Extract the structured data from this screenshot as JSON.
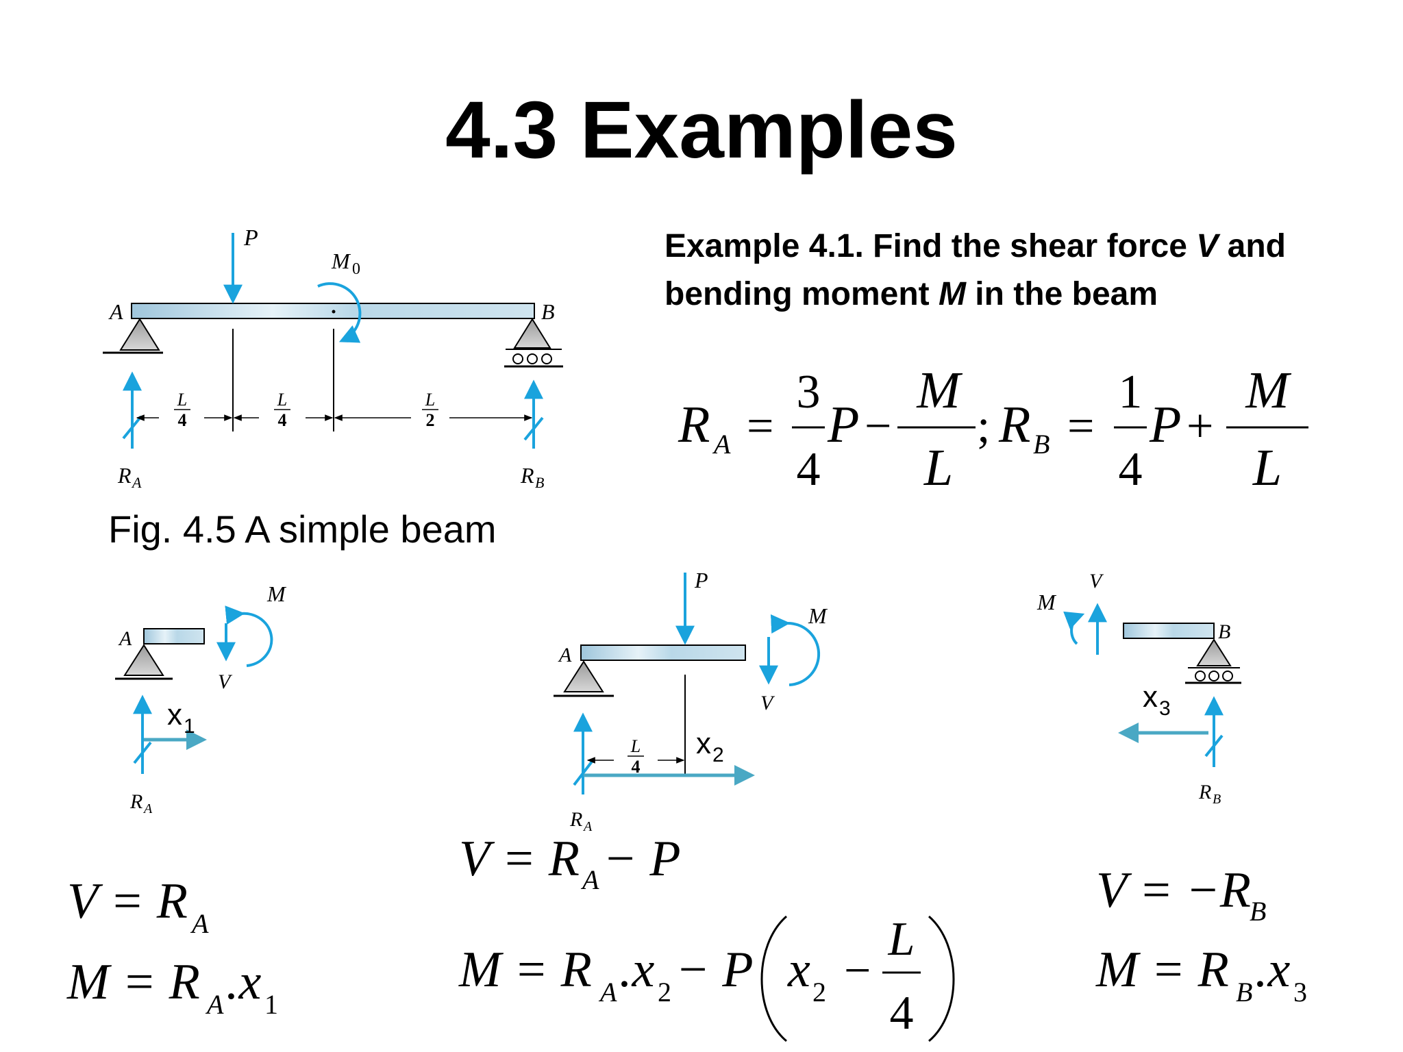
{
  "title": "4.3 Examples",
  "problem": {
    "p1": "Example 4.1. Find the shear force ",
    "V": "V",
    "p2": " and bending moment ",
    "M": "M",
    "p3": " in the beam"
  },
  "caption": "Fig. 4.5 A simple beam",
  "figure": {
    "load": "P",
    "moment": "M",
    "moment_sub": "0",
    "support_a": "A",
    "support_b": "B",
    "reaction_r": "R",
    "sub_a": "A",
    "sub_b": "B",
    "dim_num": "L",
    "dim_den_4": "4",
    "dim_den_2": "2"
  },
  "fbd": {
    "shear": "V",
    "moment": "M",
    "x1": "x",
    "x1_sub": "1",
    "x2": "x",
    "x2_sub": "2",
    "x3": "x",
    "x3_sub": "3"
  },
  "equations": {
    "reactions": {
      "R": "R",
      "A": "A",
      "B": "B",
      "eq": "=",
      "three": "3",
      "one": "1",
      "four": "4",
      "P": "P",
      "minus": "−",
      "plus": "+",
      "M": "M",
      "L": "L",
      "semi": ";"
    },
    "seg1": {
      "V_lhs": "V = R",
      "V_sub": "A",
      "M_lhs": "M = R",
      "M_sub": "A",
      "M_dot": ".x",
      "M_x_sub": "1"
    },
    "seg2": {
      "V_lhs": "V = R",
      "V_sub": "A",
      "V_rest": " − P",
      "M_lhs": "M = R",
      "M_sub": "A",
      "M_dot": ".x",
      "M_x_sub": "2",
      "M_rest": " − P",
      "paren_x": "x",
      "paren_x_sub": "2",
      "paren_minus": "−",
      "frac_num": "L",
      "frac_den": "4"
    },
    "seg3": {
      "V_lhs": "V = −R",
      "V_sub": "B",
      "M_lhs": "M = R",
      "M_sub": "B",
      "M_dot": ".x",
      "M_x_sub": "3"
    }
  },
  "colors": {
    "arrow": "#1aa3dd",
    "dim_arrow": "#4aa8c4",
    "beam_top": "#a9cde0",
    "support": "#c8c8c8"
  }
}
